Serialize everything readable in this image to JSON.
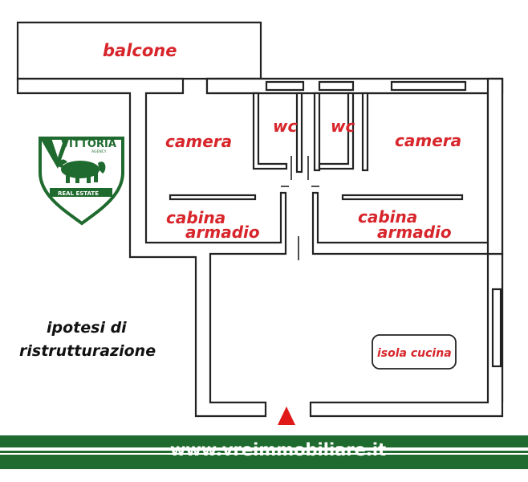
{
  "rooms": {
    "balcone": "balcone",
    "camera_left": "camera",
    "camera_right": "camera",
    "wc_left": "wc",
    "wc_right": "wc",
    "cabina_left_line1": "cabina",
    "cabina_left_line2": "armadio",
    "cabina_right_line1": "cabina",
    "cabina_right_line2": "armadio",
    "isola": "isola cucina"
  },
  "note": {
    "line1": "ipotesi di",
    "line2": "ristrutturazione"
  },
  "logo": {
    "name": "VITTORIA",
    "agency": "AGENCY",
    "subtitle": "REAL ESTATE"
  },
  "footer": {
    "url": "www.vreimmobiliare.it"
  },
  "colors": {
    "label_red": "#d7252b",
    "brand_green": "#1f6a2e",
    "wall_dark": "#222222"
  }
}
